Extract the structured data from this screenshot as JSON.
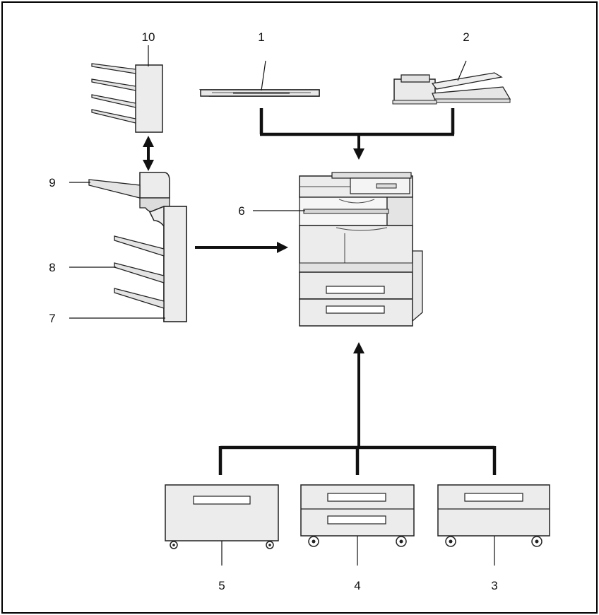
{
  "callouts": {
    "c1": "1",
    "c2": "2",
    "c3": "3",
    "c4": "4",
    "c5": "5",
    "c6": "6",
    "c7": "7",
    "c8": "8",
    "c9": "9",
    "c10": "10"
  },
  "colors": {
    "border": "#000000",
    "unit_fill": "#ececec",
    "unit_shade": "#d8d8d8",
    "stroke": "#222222"
  }
}
